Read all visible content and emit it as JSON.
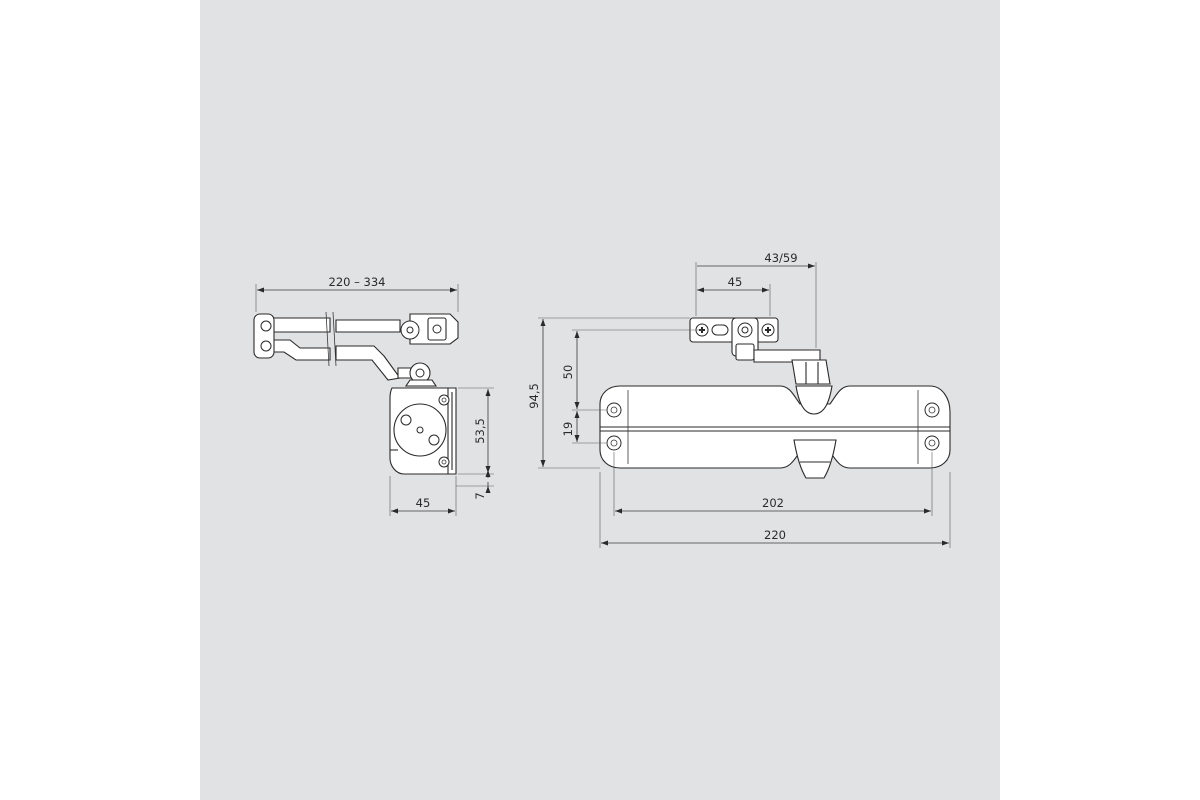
{
  "diagram": {
    "side_view": {
      "arm_length_label": "220 – 334",
      "body_height_label": "53,5",
      "width_label": "45",
      "offset_label": "7"
    },
    "front_view": {
      "arm_offset_label": "43/59",
      "bracket_offset_label": "45",
      "total_height_label": "94,5",
      "arm_height_label": "50",
      "hole_spacing_label": "19",
      "hole_distance_label": "202",
      "total_length_label": "220"
    }
  },
  "colors": {
    "panel_background": "#e1e2e4",
    "page_background": "#ffffff",
    "line_color": "#2a2a2a"
  }
}
